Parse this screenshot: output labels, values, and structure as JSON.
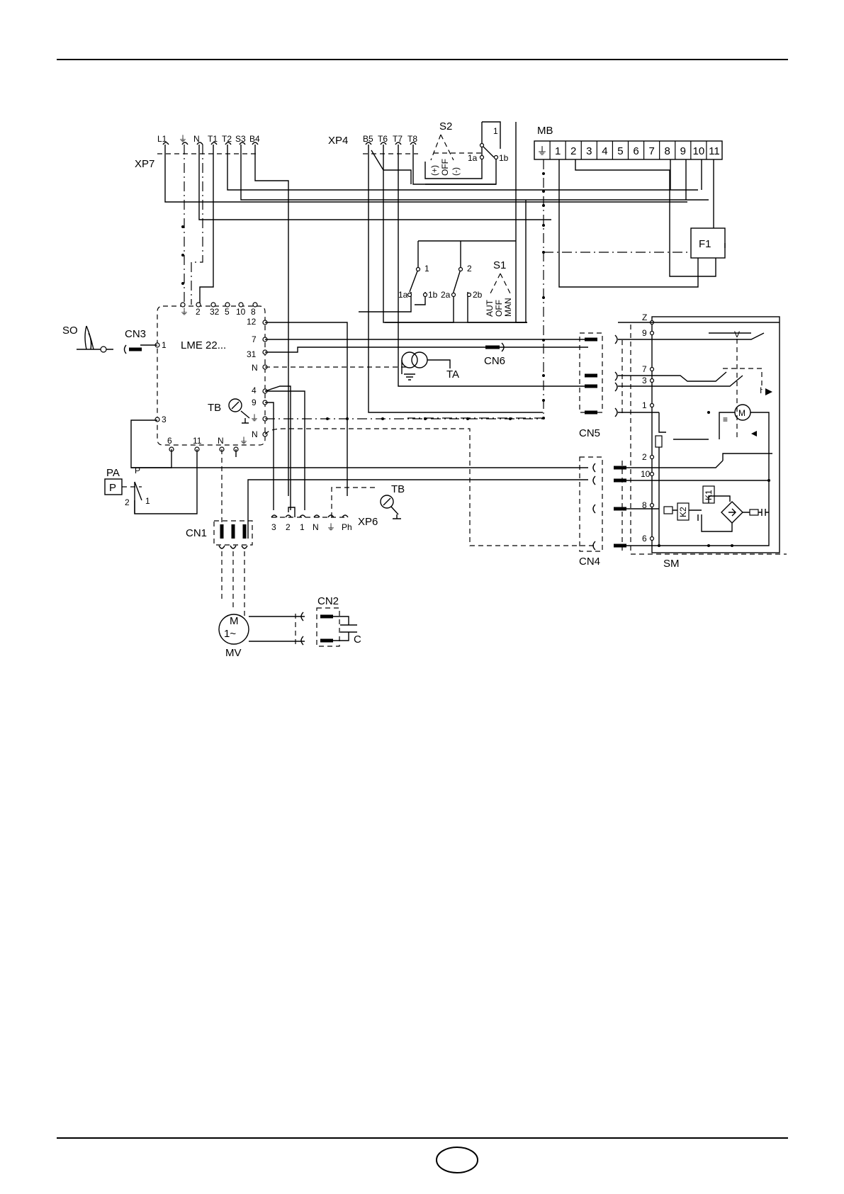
{
  "diagram": {
    "xp7": {
      "label": "XP7",
      "pins": [
        "L1",
        "⏚",
        "N",
        "T1",
        "T2",
        "S3",
        "B4"
      ]
    },
    "xp4": {
      "label": "XP4",
      "pins": [
        "B5",
        "T6",
        "T7",
        "T8"
      ]
    },
    "s2": {
      "label": "S2",
      "positions": [
        "(+)",
        "OFF",
        "(-)"
      ],
      "contacts": [
        "1",
        "1a",
        "1b"
      ]
    },
    "mb": {
      "label": "MB",
      "terminals": [
        "⏚",
        "1",
        "2",
        "3",
        "4",
        "5",
        "6",
        "7",
        "8",
        "9",
        "10",
        "11"
      ]
    },
    "f1": {
      "label": "F1"
    },
    "s1": {
      "label": "S1",
      "positions": [
        "AUT",
        "OFF",
        "MAN"
      ],
      "contacts": [
        "1",
        "2",
        "1a",
        "1b",
        "2a",
        "2b"
      ]
    },
    "lme": {
      "label": "LME 22...",
      "top_pins": [
        "⏚",
        "2",
        "32",
        "5",
        "10",
        "8"
      ],
      "right_pins": [
        "12",
        "7",
        "31",
        "N",
        "4",
        "9",
        "⏚",
        "N"
      ],
      "left_pins": [
        "1",
        "3"
      ],
      "bottom_pins": [
        "6",
        "11",
        "N",
        "⏚"
      ]
    },
    "so": {
      "label": "SO"
    },
    "cn3": {
      "label": "CN3"
    },
    "cn6": {
      "label": "CN6"
    },
    "ta": {
      "label": "TA"
    },
    "tb_internal": {
      "label": "TB"
    },
    "tb_external": {
      "label": "TB"
    },
    "pa": {
      "label": "PA",
      "symbol": "P",
      "contacts": [
        "P",
        "2",
        "1"
      ]
    },
    "xp6": {
      "label": "XP6",
      "pins": [
        "3",
        "2",
        "1",
        "N",
        "⏚",
        "Ph"
      ]
    },
    "cn1": {
      "label": "CN1"
    },
    "cn5": {
      "label": "CN5"
    },
    "cn4": {
      "label": "CN4"
    },
    "cn2": {
      "label": "CN2"
    },
    "capacitor": {
      "label": "C"
    },
    "motor": {
      "label": "MV",
      "symbol_top": "M",
      "symbol_bottom": "1~"
    },
    "sm": {
      "label": "SM",
      "pins": [
        "Z",
        "9",
        "7",
        "3",
        "1",
        "2",
        "10",
        "8",
        "6"
      ],
      "switch_marks": [
        "V",
        "≡",
        "I"
      ],
      "relays": [
        "K1",
        "K2"
      ],
      "motor_symbol": "M"
    }
  }
}
